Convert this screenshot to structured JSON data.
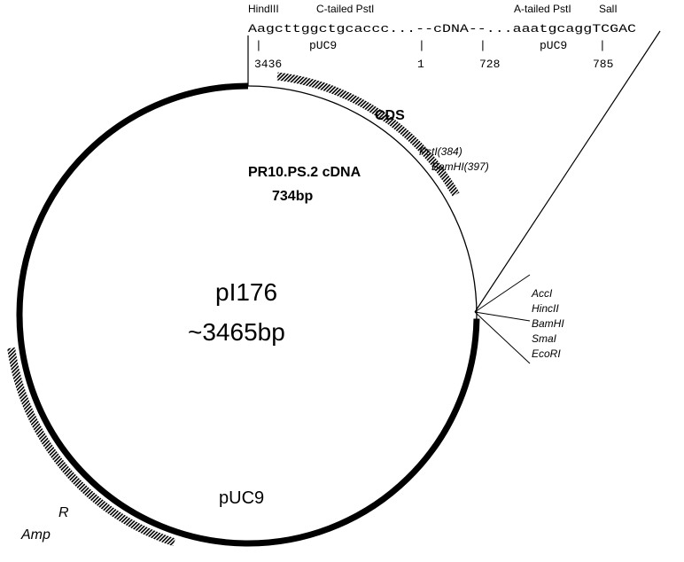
{
  "plasmid": {
    "name": "pI176",
    "size": "~3465bp",
    "backbone_label": "pUC9"
  },
  "insert": {
    "name": "PR10.PS.2 cDNA",
    "size": "734bp",
    "cds_label": "CDS",
    "sites": [
      "PstI(384)",
      "BamHI(397)"
    ]
  },
  "amp": {
    "label": "Amp",
    "superscript": "R"
  },
  "mcs_sites": [
    "AccI",
    "HincII",
    "BamHI",
    "SmaI",
    "EcoRI"
  ],
  "junction": {
    "enzymes": [
      "HindIII",
      "C-tailed PstI",
      "A-tailed PstI",
      "SalI"
    ],
    "sequence": "Aagcttggctgcaccc...--cDNA--...aaatgcaggTCGAC",
    "region_labels": [
      "pUC9",
      "pUC9"
    ],
    "ticks": [
      "|",
      "|",
      "|",
      "|"
    ],
    "positions": [
      "3436",
      "1",
      "728",
      "785"
    ]
  }
}
